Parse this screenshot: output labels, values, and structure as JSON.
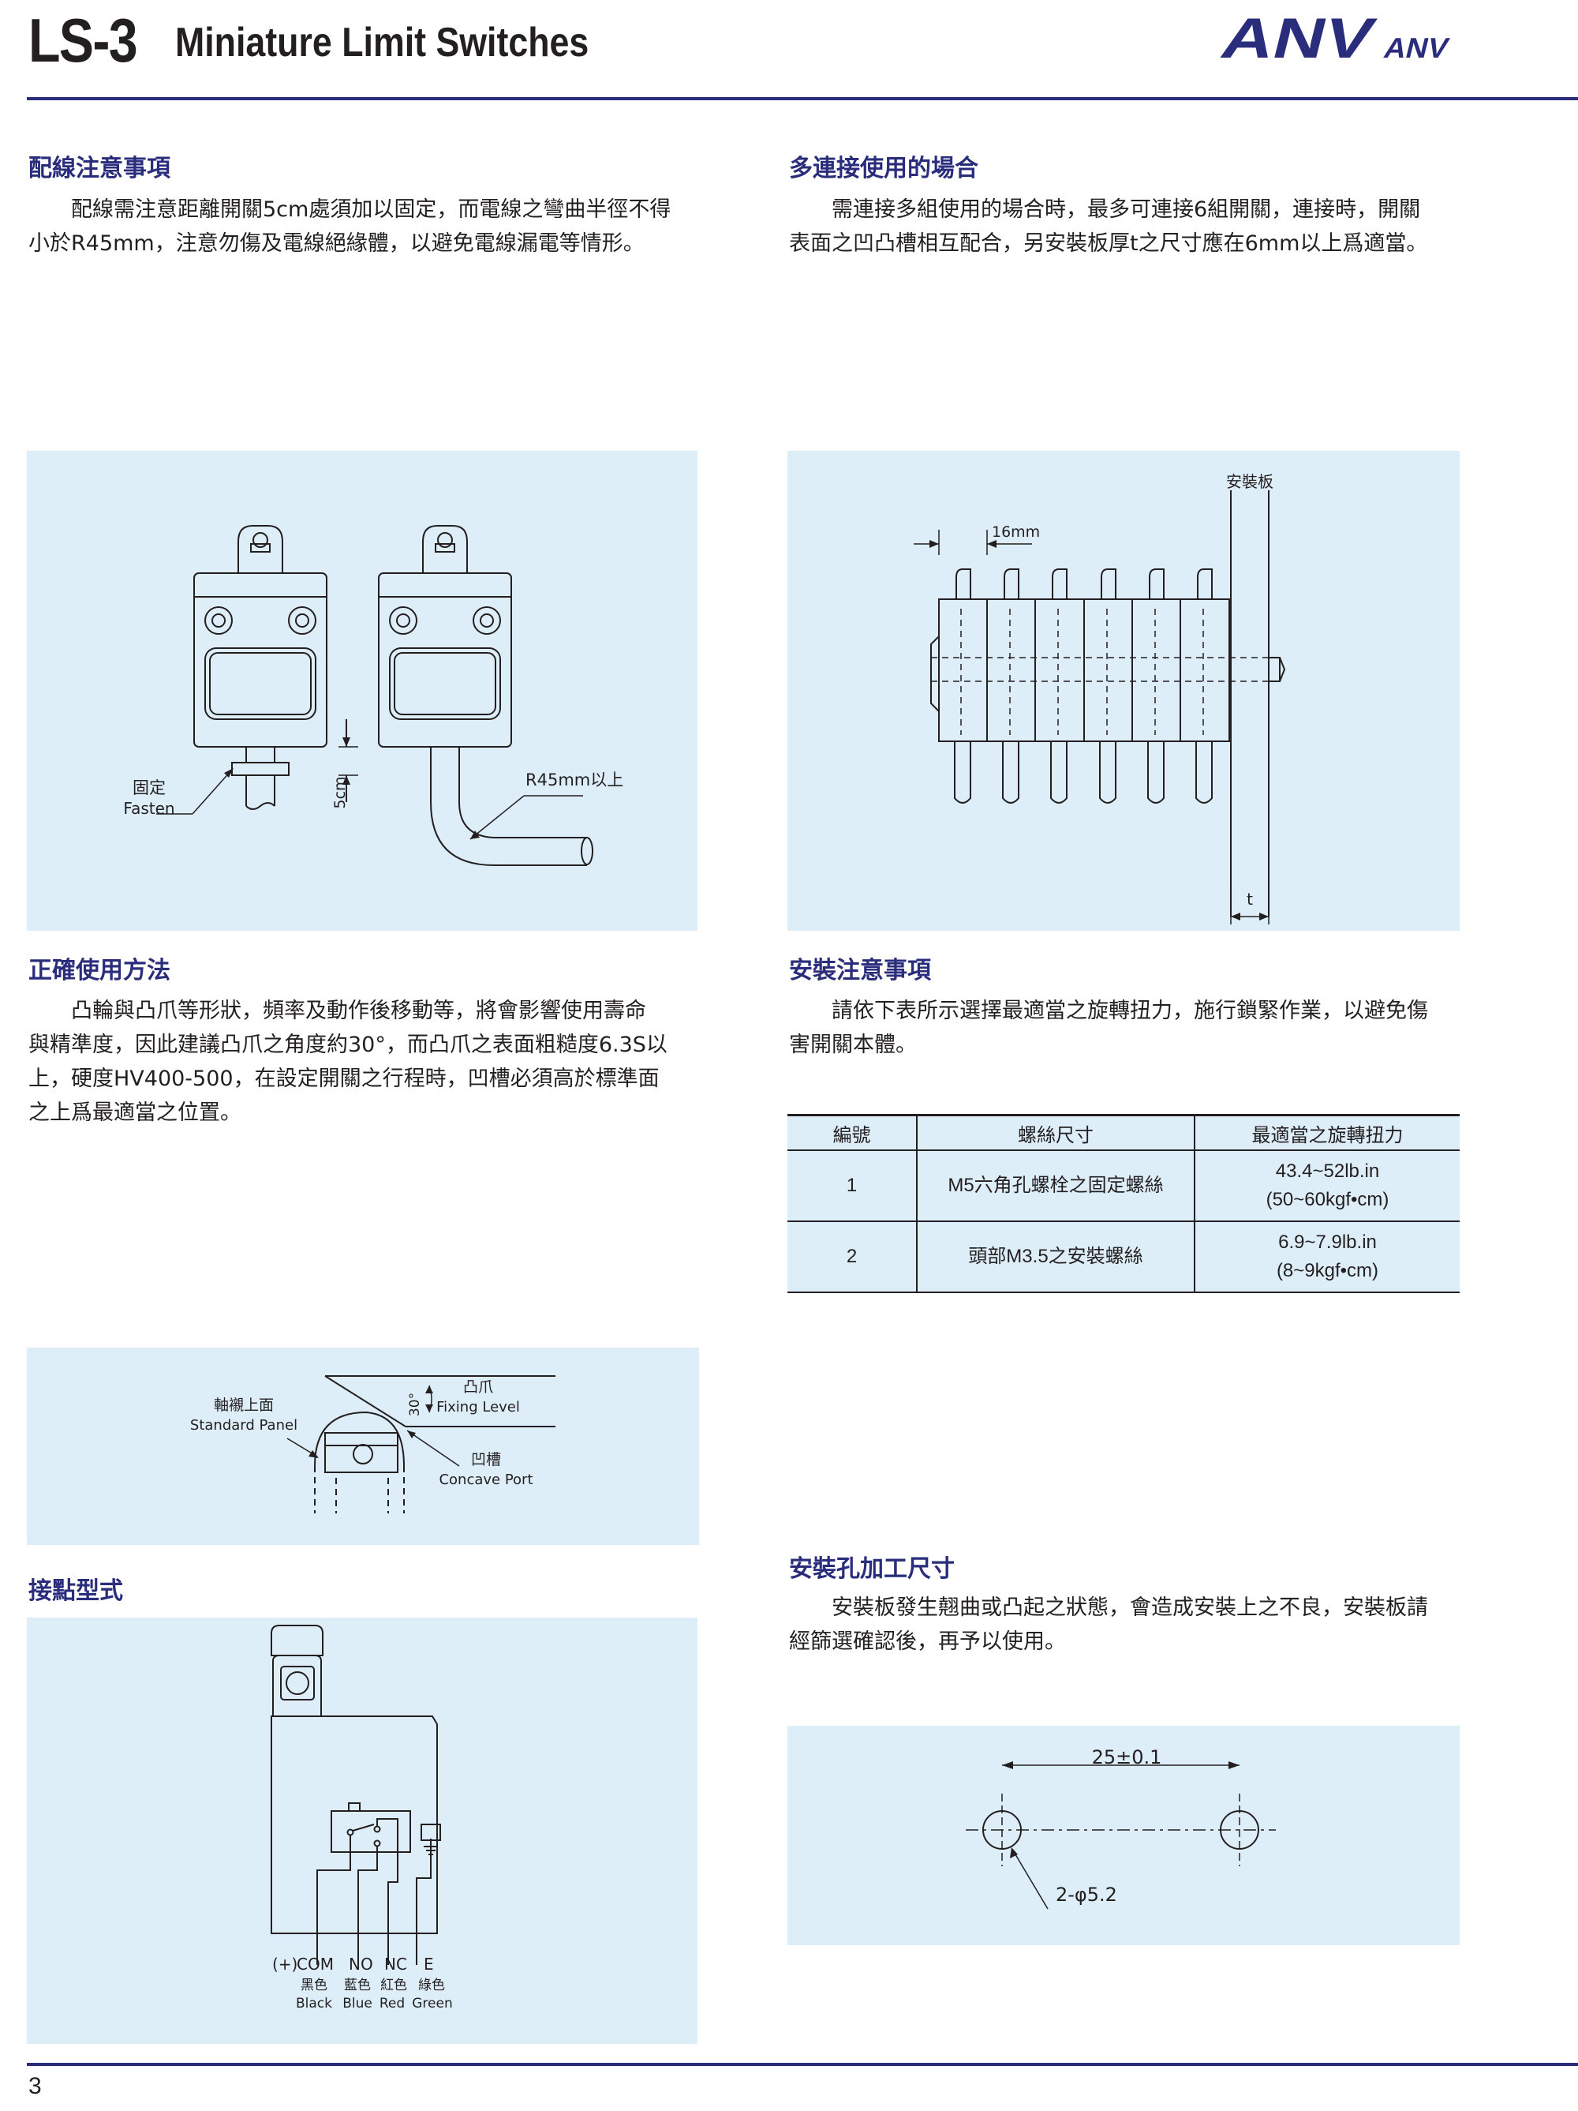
{
  "header": {
    "model": "LS-3",
    "subtitle": "Miniature Limit Switches",
    "brand": "ANV",
    "brand_small": "ANV"
  },
  "sections": {
    "wiring": {
      "title": "配線注意事項",
      "line1": "配線需注意距離開關5cm處須加以固定，而電線之彎曲半徑不得",
      "line2": "小於R45mm，注意勿傷及電線絕緣體，以避免電線漏電等情形。"
    },
    "multi": {
      "title": "多連接使用的場合",
      "line1": "需連接多組使用的場合時，最多可連接6組開關，連接時，開關",
      "line2": "表面之凹凸槽相互配合，另安裝板厚t之尺寸應在6mm以上爲適當。"
    },
    "usage": {
      "title": "正確使用方法",
      "line1": "凸輪與凸爪等形狀，頻率及動作後移動等，將會影響使用壽命",
      "line2": "與精準度，因此建議凸爪之角度約30°，而凸爪之表面粗糙度6.3S以",
      "line3": "上，硬度HV400-500，在設定開關之行程時，凹槽必須高於標準面",
      "line4": "之上爲最適當之位置。"
    },
    "install": {
      "title": "安裝注意事項",
      "line1": "請依下表所示選擇最適當之旋轉扭力，施行鎖緊作業，以避免傷",
      "line2": "害開關本體。"
    },
    "contact": {
      "title": "接點型式"
    },
    "hole": {
      "title": "安裝孔加工尺寸",
      "line1": "安裝板發生翹曲或凸起之狀態，會造成安裝上之不良，安裝板請",
      "line2": "經篩選確認後，再予以使用。"
    }
  },
  "table": {
    "headers": [
      "編號",
      "螺絲尺寸",
      "最適當之旋轉扭力"
    ],
    "rows": [
      {
        "no": "1",
        "screw": "M5六角孔螺栓之固定螺絲",
        "torque1": "43.4~52lb.in",
        "torque2": "(50~60kgf•cm)"
      },
      {
        "no": "2",
        "screw": "頭部M3.5之安裝螺絲",
        "torque1": "6.9~7.9lb.in",
        "torque2": "(8~9kgf•cm)"
      }
    ]
  },
  "diagrams": {
    "wiring": {
      "fix_cn": "固定",
      "fix_en": "Fasten",
      "dist": "5cm",
      "radius": "R45mm以上"
    },
    "multi": {
      "plate": "安裝板",
      "pitch": "16mm",
      "thickness": "t"
    },
    "cam": {
      "panel_cn": "軸襯上面",
      "panel_en": "Standard Panel",
      "angle": "30°",
      "claw_cn": "凸爪",
      "claw_en": "Fixing Level",
      "groove_cn": "凹槽",
      "groove_en": "Concave Port"
    },
    "contact": {
      "plus": "(+)",
      "terminals": [
        "COM",
        "NO",
        "NC",
        "E"
      ],
      "colors_cn": [
        "黑色",
        "藍色",
        "紅色",
        "綠色"
      ],
      "colors_en": [
        "Black",
        "Blue",
        "Red",
        "Green"
      ]
    },
    "hole": {
      "pitch": "25±0.1",
      "hole": "2-φ5.2"
    }
  },
  "footer": {
    "page": "3"
  },
  "colors": {
    "accent": "#2a2d7c",
    "panel": "#deeef8",
    "text": "#231f20"
  }
}
